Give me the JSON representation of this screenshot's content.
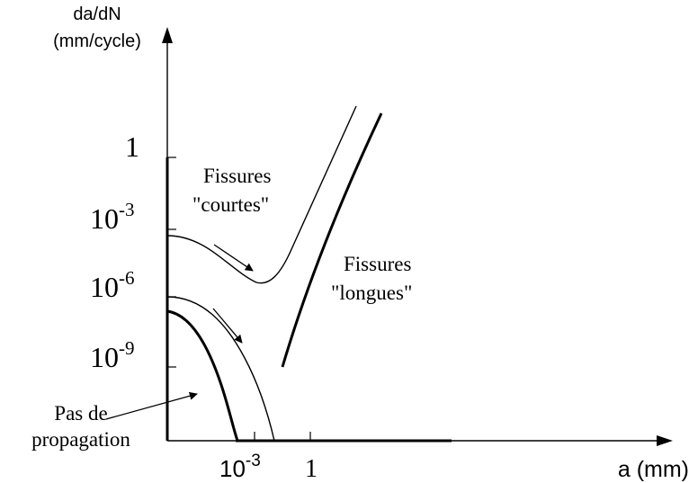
{
  "y_axis": {
    "label_line1": "da/dN",
    "label_line2": "(mm/cycle)",
    "ticks": [
      {
        "base": "1",
        "exp": ""
      },
      {
        "base": "10",
        "exp": "-3"
      },
      {
        "base": "10",
        "exp": "-6"
      },
      {
        "base": "10",
        "exp": "-9"
      }
    ]
  },
  "x_axis": {
    "label": "a (mm)",
    "ticks": [
      {
        "base": "10",
        "exp": "-3"
      },
      {
        "base": "1",
        "exp": ""
      }
    ]
  },
  "annotations": {
    "short_cracks_line1": "Fissures",
    "short_cracks_line2": "\"courtes\"",
    "long_cracks_line1": "Fissures",
    "long_cracks_line2": "\"longues\"",
    "no_propagation_line1": "Pas de",
    "no_propagation_line2": "propagation"
  },
  "colors": {
    "ink": "#000000",
    "background": "#ffffff"
  }
}
